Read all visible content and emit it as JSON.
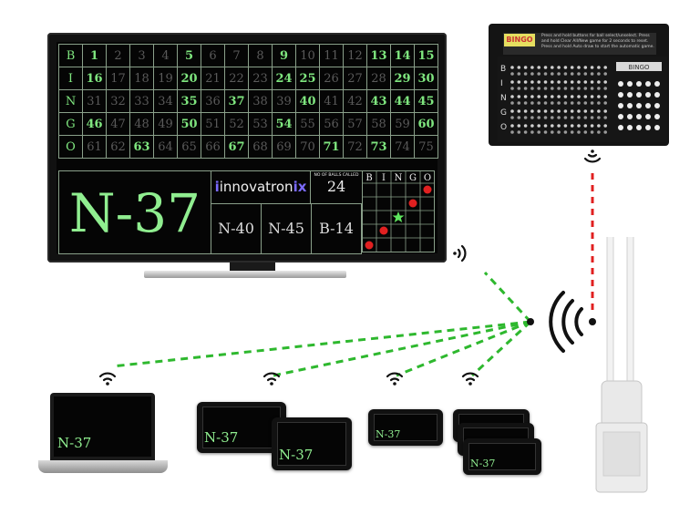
{
  "tv": {
    "board": {
      "rows": [
        {
          "letter": "B",
          "numbers": [
            1,
            2,
            3,
            4,
            5,
            6,
            7,
            8,
            9,
            10,
            11,
            12,
            13,
            14,
            15
          ],
          "called": [
            1,
            5,
            9,
            13,
            14,
            15
          ]
        },
        {
          "letter": "I",
          "numbers": [
            16,
            17,
            18,
            19,
            20,
            21,
            22,
            23,
            24,
            25,
            26,
            27,
            28,
            29,
            30
          ],
          "called": [
            16,
            20,
            24,
            25,
            29,
            30
          ]
        },
        {
          "letter": "N",
          "numbers": [
            31,
            32,
            33,
            34,
            35,
            36,
            37,
            38,
            39,
            40,
            41,
            42,
            43,
            44,
            45
          ],
          "called": [
            35,
            37,
            40,
            43,
            44,
            45
          ]
        },
        {
          "letter": "G",
          "numbers": [
            46,
            47,
            48,
            49,
            50,
            51,
            52,
            53,
            54,
            55,
            56,
            57,
            58,
            59,
            60
          ],
          "called": [
            46,
            50,
            54,
            60
          ]
        },
        {
          "letter": "O",
          "numbers": [
            61,
            62,
            63,
            64,
            65,
            66,
            67,
            68,
            69,
            70,
            71,
            72,
            73,
            74,
            75
          ],
          "called": [
            63,
            67,
            71,
            73
          ]
        }
      ]
    },
    "current_call": "N-37",
    "logo_prefix": "innovatron",
    "logo_suffix": "ix",
    "balls_called_label": "NO OF BALLS CALLED",
    "balls_called": "24",
    "previous_calls": [
      "N-40",
      "N-45",
      "B-14"
    ],
    "mini_card_header": [
      "B",
      "I",
      "N",
      "G",
      "O"
    ]
  },
  "console": {
    "title": "BINGO",
    "caption": "Press and hold buttons for ball select/unselect. Press and hold Clear All/New game for 2 seconds to reset. Press and hold Auto draw to start the automatic game.",
    "side_header": "BINGO",
    "row_letters": [
      "B",
      "I",
      "N",
      "G",
      "O"
    ]
  },
  "devices": {
    "laptop_call": "N-37",
    "tablet_calls": [
      "N-37",
      "N-37"
    ],
    "phone_calls": [
      "N-37",
      "N-37"
    ]
  },
  "colors": {
    "wifi_link": "#2eb82e",
    "wired_link": "#e02020",
    "called_number": "#7fe67f",
    "mini_card_ball": "#e02020",
    "mini_card_star": "#5ee65e"
  },
  "icons": [
    "wifi-signal-icon",
    "router-signal-icon",
    "star-icon"
  ]
}
